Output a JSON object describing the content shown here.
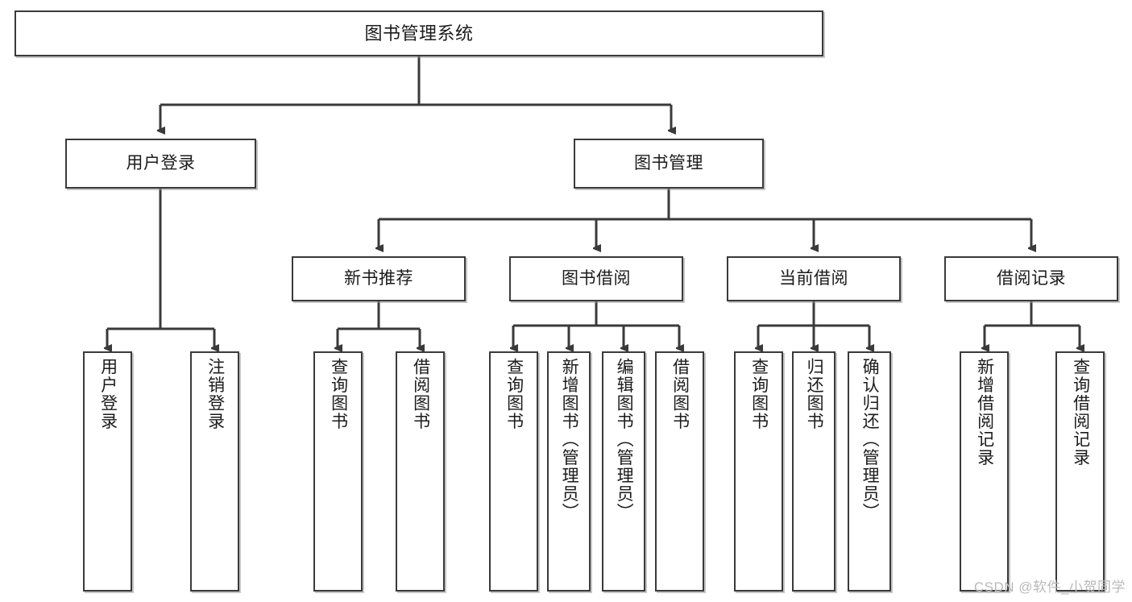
{
  "diagram": {
    "type": "tree",
    "title": "图书管理系统",
    "watermark": "CSDN @软件_小贺同学",
    "colors": {
      "box_border": "#3a3a3a",
      "box_fill": "#ffffff",
      "edge": "#3a3a3a",
      "text": "#1b1b1b",
      "watermark": "#b9b9b9"
    },
    "nodes": {
      "root": {
        "label": "图书管理系统"
      },
      "level2": [
        {
          "id": "user-login",
          "label": "用户登录"
        },
        {
          "id": "book-manage",
          "label": "图书管理"
        }
      ],
      "level3": [
        {
          "id": "new-book-recommend",
          "label": "新书推荐"
        },
        {
          "id": "book-borrow",
          "label": "图书借阅"
        },
        {
          "id": "current-borrow",
          "label": "当前借阅"
        },
        {
          "id": "borrow-record",
          "label": "借阅记录"
        }
      ],
      "leaves": [
        {
          "id": "leaf-user-login",
          "label": "用户登录",
          "parent": "user-login"
        },
        {
          "id": "leaf-logout",
          "label": "注销登录",
          "parent": "user-login"
        },
        {
          "id": "leaf-query-book-1",
          "label": "查询图书",
          "parent": "new-book-recommend"
        },
        {
          "id": "leaf-borrow-book-1",
          "label": "借阅图书",
          "parent": "new-book-recommend"
        },
        {
          "id": "leaf-query-book-2",
          "label": "查询图书",
          "parent": "book-borrow"
        },
        {
          "id": "leaf-add-book",
          "label": "新增图书（管理员）",
          "parent": "book-borrow"
        },
        {
          "id": "leaf-edit-book",
          "label": "编辑图书（管理员）",
          "parent": "book-borrow"
        },
        {
          "id": "leaf-borrow-book-2",
          "label": "借阅图书",
          "parent": "book-borrow"
        },
        {
          "id": "leaf-query-book-3",
          "label": "查询图书",
          "parent": "current-borrow"
        },
        {
          "id": "leaf-return-book",
          "label": "归还图书",
          "parent": "current-borrow"
        },
        {
          "id": "leaf-confirm-return",
          "label": "确认归还（管理员）",
          "parent": "current-borrow"
        },
        {
          "id": "leaf-add-record",
          "label": "新增借阅记录",
          "parent": "borrow-record"
        },
        {
          "id": "leaf-query-record",
          "label": "查询借阅记录",
          "parent": "borrow-record"
        }
      ]
    }
  }
}
